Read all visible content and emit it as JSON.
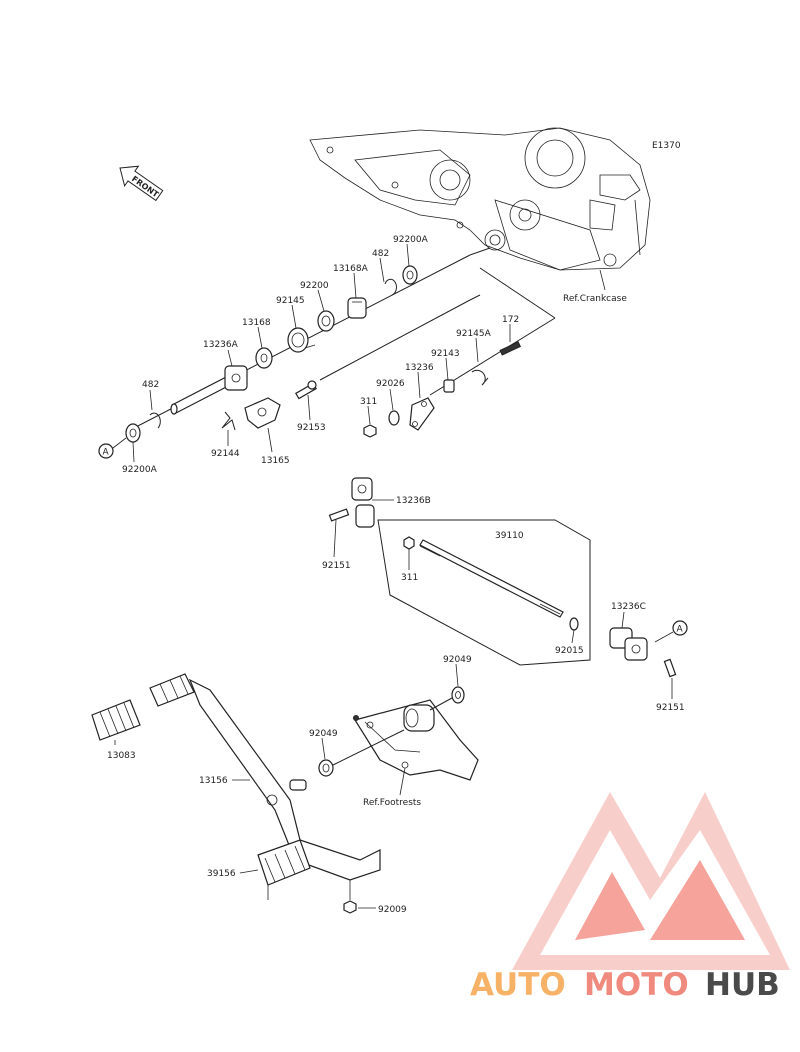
{
  "diagram": {
    "code": "E1370",
    "front_label": "FRONT",
    "ref_crankcase": "Ref.Crankcase",
    "ref_footrests": "Ref.Footrests",
    "callout_a": "A",
    "parts": {
      "p92200A_top": "92200A",
      "p482_top": "482",
      "p13168A": "13168A",
      "p92200": "92200",
      "p92145": "92145",
      "p13168": "13168",
      "p13236A": "13236A",
      "p482_left": "482",
      "p92200A_left": "92200A",
      "p92144": "92144",
      "p13165": "13165",
      "p92153": "92153",
      "p311_top": "311",
      "p92026": "92026",
      "p13236": "13236",
      "p92143": "92143",
      "p92145A": "92145A",
      "p172": "172",
      "p13236B": "13236B",
      "p92151_left": "92151",
      "p39110": "39110",
      "p311_mid": "311",
      "p92015": "92015",
      "p13236C": "13236C",
      "p92151_right": "92151",
      "p92049_top": "92049",
      "p92049_mid": "92049",
      "p13083": "13083",
      "p13156": "13156",
      "p39156": "39156",
      "p92009": "92009"
    }
  },
  "watermark": {
    "brand_a": "AUTO",
    "brand_b": "MOTO",
    "brand_c": "HUB",
    "color_a": "#f7b267",
    "color_b": "#f08a7e",
    "color_c": "#4a4a4a",
    "logo_color": "#f2726a"
  }
}
